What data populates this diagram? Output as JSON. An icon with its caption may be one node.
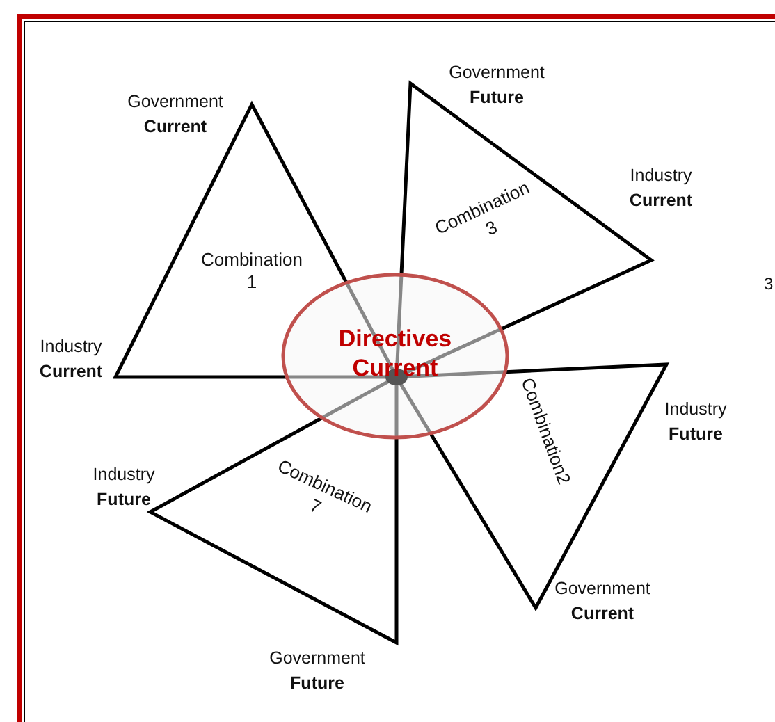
{
  "diagram": {
    "nodes": [
      {
        "text": [
          "Combination 1"
        ],
        "beside": [
          "Government **Current**",
          "Industry **Current**"
        ]
      },
      {
        "text": [
          "Combination 3"
        ],
        "beside": [
          "Government **Future**",
          "Industry **Current**"
        ]
      },
      {
        "text": [
          "Directives Current"
        ]
      },
      {
        "text": [
          "Combination2"
        ],
        "beside": [
          "Industry **Future**",
          "Government **Current**"
        ]
      },
      {
        "text": [
          "Combination 7"
        ],
        "beside": [
          "Industry **Future**",
          "Government **Future**"
        ]
      }
    ],
    "labels": [
      "3"
    ]
  }
}
